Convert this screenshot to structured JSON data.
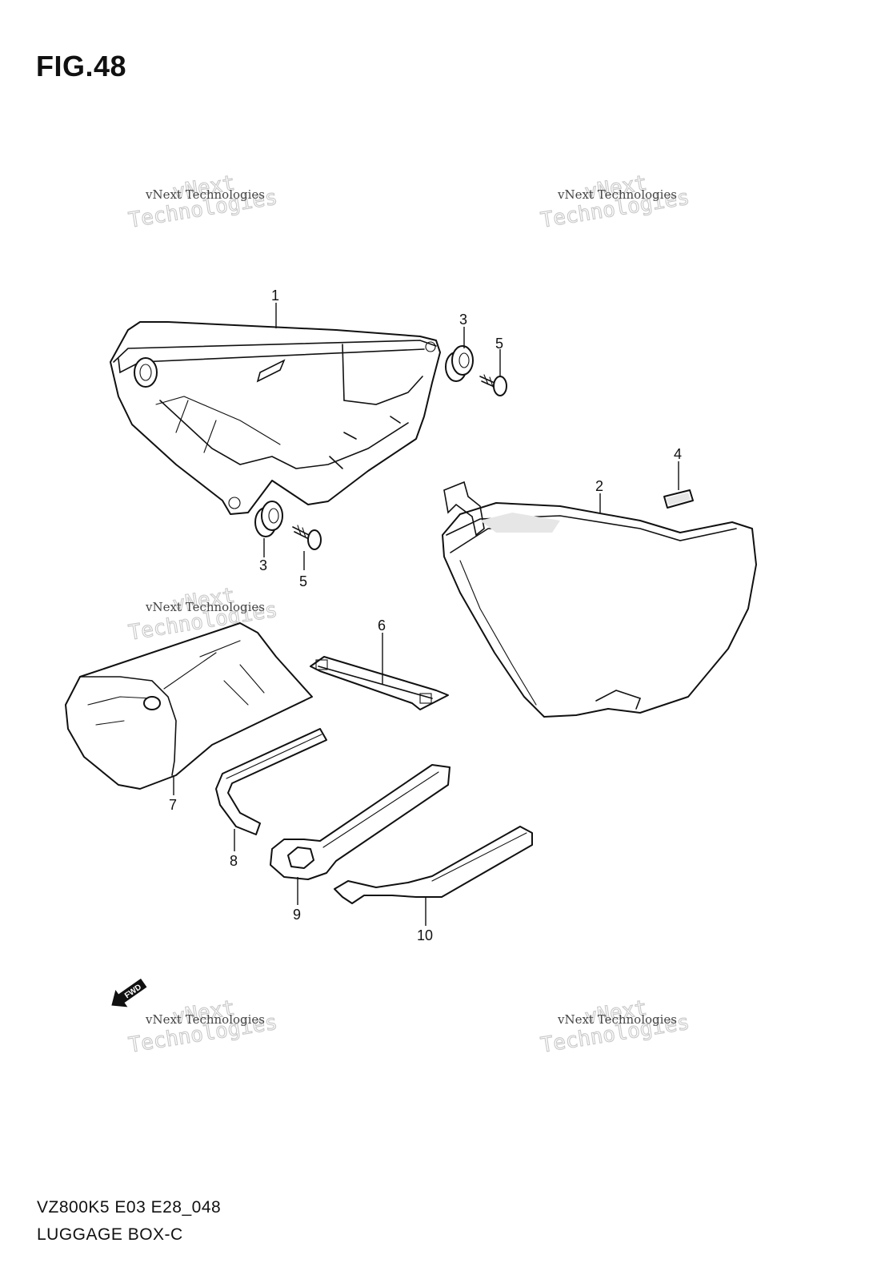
{
  "figure": {
    "title": "FIG.48"
  },
  "footer": {
    "code": "VZ800K5 E03 E28_048",
    "name": "LUGGAGE BOX-C"
  },
  "watermark": {
    "line1": "vNext Technologies",
    "line2": "vNext",
    "line3": "Technologies"
  },
  "fwd_label": "FWD",
  "callouts": {
    "p1": "1",
    "p2": "2",
    "p3a": "3",
    "p3b": "3",
    "p4": "4",
    "p5a": "5",
    "p5b": "5",
    "p6": "6",
    "p7": "7",
    "p8": "8",
    "p9": "9",
    "p10": "10"
  }
}
